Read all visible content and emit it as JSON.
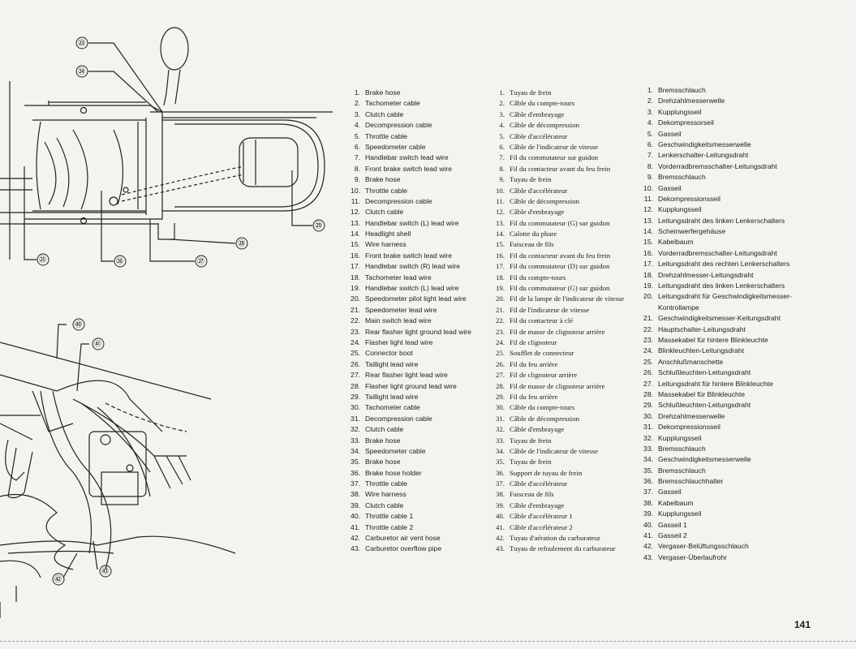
{
  "callouts_top": [
    "㉓",
    "㉔",
    "㉕",
    "㉖",
    "㉗",
    "㉘",
    "㉙"
  ],
  "callouts_bottom": [
    "㊵",
    "㊶",
    "㊷",
    "㊸"
  ],
  "english": [
    {
      "n": "1.",
      "t": "Brake hose"
    },
    {
      "n": "2.",
      "t": "Tachometer cable"
    },
    {
      "n": "3.",
      "t": "Clutch cable"
    },
    {
      "n": "4.",
      "t": "Decompression cable"
    },
    {
      "n": "5.",
      "t": "Throttle cable"
    },
    {
      "n": "6.",
      "t": "Speedometer cable"
    },
    {
      "n": "7.",
      "t": "Handlebar switch lead wire"
    },
    {
      "n": "8.",
      "t": "Front brake switch lead wire"
    },
    {
      "n": "9.",
      "t": "Brake hose"
    },
    {
      "n": "10.",
      "t": "Throttle cable"
    },
    {
      "n": "11.",
      "t": "Decompression cable"
    },
    {
      "n": "12.",
      "t": "Clutch cable"
    },
    {
      "n": "13.",
      "t": "Handlebar switch (L) lead wire"
    },
    {
      "n": "14.",
      "t": "Headlight shell"
    },
    {
      "n": "15.",
      "t": "Wire harness"
    },
    {
      "n": "16.",
      "t": "Front brake switch lead wire"
    },
    {
      "n": "17.",
      "t": "Handlebar switch (R) lead wire"
    },
    {
      "n": "18.",
      "t": "Tachometer lead wire"
    },
    {
      "n": "19.",
      "t": "Handlebar switch (L) lead wire"
    },
    {
      "n": "20.",
      "t": "Speedometer pilot light lead wire"
    },
    {
      "n": "21.",
      "t": "Speedometer lead wire"
    },
    {
      "n": "22.",
      "t": "Main switch lead wire"
    },
    {
      "n": "23.",
      "t": "Rear flasher light ground lead wire"
    },
    {
      "n": "24.",
      "t": "Flasher light lead wire"
    },
    {
      "n": "25.",
      "t": "Connector boot"
    },
    {
      "n": "26.",
      "t": "Taillight lead wire"
    },
    {
      "n": "27.",
      "t": "Rear flasher light lead wire"
    },
    {
      "n": "28.",
      "t": "Flasher light ground lead wire"
    },
    {
      "n": "29.",
      "t": "Taillight lead wire"
    },
    {
      "n": "30.",
      "t": "Tachometer cable"
    },
    {
      "n": "31.",
      "t": "Decompression cable"
    },
    {
      "n": "32.",
      "t": "Clutch cable"
    },
    {
      "n": "33.",
      "t": "Brake hose"
    },
    {
      "n": "34.",
      "t": "Speedometer cable"
    },
    {
      "n": "35.",
      "t": "Brake hose"
    },
    {
      "n": "36.",
      "t": "Brake hose holder"
    },
    {
      "n": "37.",
      "t": "Throttle cable"
    },
    {
      "n": "38.",
      "t": "Wire harness"
    },
    {
      "n": "39.",
      "t": "Clutch cable"
    },
    {
      "n": "40.",
      "t": "Throttle cable 1"
    },
    {
      "n": "41.",
      "t": "Throttle cable 2"
    },
    {
      "n": "42.",
      "t": "Carburetor air vent hose"
    },
    {
      "n": "43.",
      "t": "Carburetor overflow pipe"
    }
  ],
  "french": [
    {
      "n": "1.",
      "t": "Tuyau de frein"
    },
    {
      "n": "2.",
      "t": "Câble du compte-tours"
    },
    {
      "n": "3.",
      "t": "Câble d'embrayage"
    },
    {
      "n": "4.",
      "t": "Câble de décompression"
    },
    {
      "n": "5.",
      "t": "Câble d'accélérateur"
    },
    {
      "n": "6.",
      "t": "Câble de l'indicateur de vitesse"
    },
    {
      "n": "7.",
      "t": "Fil du commutateur sur guidon"
    },
    {
      "n": "8.",
      "t": "Fil du contacteur avant du feu frein"
    },
    {
      "n": "9.",
      "t": "Tuyau de frein"
    },
    {
      "n": "10.",
      "t": "Câble d'accélérateur"
    },
    {
      "n": "11.",
      "t": "Câble de décompression"
    },
    {
      "n": "12.",
      "t": "Câble d'embrayage"
    },
    {
      "n": "13.",
      "t": "Fil du commutateur (G) sur guidon"
    },
    {
      "n": "14.",
      "t": "Calotte du phare"
    },
    {
      "n": "15.",
      "t": "Faisceau de fils"
    },
    {
      "n": "16.",
      "t": "Fil du contacteur avant du feu frein"
    },
    {
      "n": "17.",
      "t": "Fil du commutateur (D) sur guidon"
    },
    {
      "n": "18.",
      "t": "Fil du compte-tours"
    },
    {
      "n": "19.",
      "t": "Fil du commutateur (G) sur guidon"
    },
    {
      "n": "20.",
      "t": "Fil de la lampe de l'indicateur de vitesse"
    },
    {
      "n": "21.",
      "t": "Fil de l'indicateur de vitesse"
    },
    {
      "n": "22.",
      "t": "Fil du contacteur à clé"
    },
    {
      "n": "23.",
      "t": "Fil de masse de clignoteur arrière"
    },
    {
      "n": "24.",
      "t": "Fil de clignoteur"
    },
    {
      "n": "25.",
      "t": "Soufflet de connecteur"
    },
    {
      "n": "26.",
      "t": "Fil du feu arrière"
    },
    {
      "n": "27.",
      "t": "Fil de clignoteur arrière"
    },
    {
      "n": "28.",
      "t": "Fil de masse de clignoteur arrière"
    },
    {
      "n": "29.",
      "t": "Fil du feu arrière"
    },
    {
      "n": "30.",
      "t": "Câble du compte-tours"
    },
    {
      "n": "31.",
      "t": "Câble de décompression"
    },
    {
      "n": "32.",
      "t": "Câble d'embrayage"
    },
    {
      "n": "33.",
      "t": "Tuyau de frein"
    },
    {
      "n": "34.",
      "t": "Câble de l'indicateur de vitesse"
    },
    {
      "n": "35.",
      "t": "Tuyau de frein"
    },
    {
      "n": "36.",
      "t": "Support de tuyau de frein"
    },
    {
      "n": "37.",
      "t": "Câble d'accélérateur"
    },
    {
      "n": "38.",
      "t": "Faisceau de fils"
    },
    {
      "n": "39.",
      "t": "Câble d'embrayage"
    },
    {
      "n": "40.",
      "t": "Câble d'accélérateur 1"
    },
    {
      "n": "41.",
      "t": "Câble d'accélérateur 2"
    },
    {
      "n": "42.",
      "t": "Tuyau d'aération du carburateur"
    },
    {
      "n": "43.",
      "t": "Tuyau de refoulement du carburateur"
    }
  ],
  "german": [
    {
      "n": "1.",
      "t": "Bremsschlauch"
    },
    {
      "n": "2.",
      "t": "Drehzahlmesserwelle"
    },
    {
      "n": "3.",
      "t": "Kupplungsseil"
    },
    {
      "n": "4.",
      "t": "Dekompressorseil"
    },
    {
      "n": "5.",
      "t": "Gasseil"
    },
    {
      "n": "6.",
      "t": "Geschwindigkeitsmesserwelle"
    },
    {
      "n": "7.",
      "t": "Lenkerschalter-Leitungsdraht"
    },
    {
      "n": "8.",
      "t": "Vorderradbremsschalter-Leitungsdraht"
    },
    {
      "n": "9.",
      "t": "Bremsschlauch"
    },
    {
      "n": "10.",
      "t": "Gasseil"
    },
    {
      "n": "11.",
      "t": "Dekompressionsseil"
    },
    {
      "n": "12.",
      "t": "Kupplungsseil"
    },
    {
      "n": "13.",
      "t": "Leitungsdraht des linken Lenkerschalters"
    },
    {
      "n": "14.",
      "t": "Scheinwerfergehäuse"
    },
    {
      "n": "15.",
      "t": "Kabelbaum"
    },
    {
      "n": "16.",
      "t": "Vorderradbremsschalter-Leitungsdraht"
    },
    {
      "n": "17.",
      "t": "Leitungsdraht des rechten Lenkerschalters"
    },
    {
      "n": "18.",
      "t": "Drehzahlmesser-Leitungsdraht"
    },
    {
      "n": "19.",
      "t": "Leitungsdraht des linken Lenkerschalters"
    },
    {
      "n": "20.",
      "t": "Leitungsdraht für Geschwindigkeitsmesser-Kontrollampe"
    },
    {
      "n": "21.",
      "t": "Geschwindigkeitsmesser-Keitungsdraht"
    },
    {
      "n": "22.",
      "t": "Hauptschalter-Leitungsdraht"
    },
    {
      "n": "23.",
      "t": "Massekabel für hintere Blinkleuchte"
    },
    {
      "n": "24.",
      "t": "Blinkleuchten-Leitungsdraht"
    },
    {
      "n": "25.",
      "t": "Anschlußmanschette"
    },
    {
      "n": "26.",
      "t": "Schlußleuchten-Leitungsdraht"
    },
    {
      "n": "27.",
      "t": "Leitungsdraht für hintere Blinkleuchte"
    },
    {
      "n": "28.",
      "t": "Massekabel für Blinkleuchte"
    },
    {
      "n": "29.",
      "t": "Schlußleuchten-Leitungsdraht"
    },
    {
      "n": "30.",
      "t": "Drehzahlmesserwelle"
    },
    {
      "n": "31.",
      "t": "Dekompressionsseil"
    },
    {
      "n": "32.",
      "t": "Kupplungsseil"
    },
    {
      "n": "33.",
      "t": "Bremsschlauch"
    },
    {
      "n": "34.",
      "t": "Geschwindigkeitsmesserwelle"
    },
    {
      "n": "35.",
      "t": "Bremsschlauch"
    },
    {
      "n": "36.",
      "t": "Bremsschlauchhalter"
    },
    {
      "n": "37.",
      "t": "Gasseil"
    },
    {
      "n": "38.",
      "t": "Kabelbaum"
    },
    {
      "n": "39.",
      "t": "Kupplungsseil"
    },
    {
      "n": "40.",
      "t": "Gasseil 1"
    },
    {
      "n": "41.",
      "t": "Gasseil 2"
    },
    {
      "n": "42.",
      "t": "Vergaser-Belüftungsschlauch"
    },
    {
      "n": "43.",
      "t": "Vergaser-Überlaufrohr"
    }
  ],
  "page_number": "141"
}
